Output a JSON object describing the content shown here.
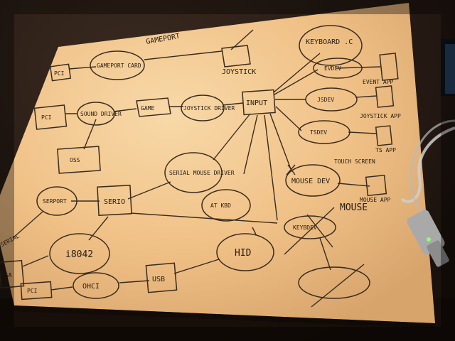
{
  "photo": {
    "subject": "hand-drawn diagram on paper",
    "colors": {
      "background": "#2a1d15",
      "paper": "#f2c48c",
      "ink": "#3a2c1e"
    }
  },
  "labels": {
    "gameport": "GAMEPORT",
    "joystick": "JOYSTICK",
    "pci_top": "PCI",
    "gameport_card": "GAMEPORT CARD",
    "keyboard_c": "KEYBOARD .C",
    "evdev": "EVDEV",
    "jsdev": "JSDEV",
    "tsdev": "TSDEV",
    "pci_mid": "PCI",
    "sound_driver": "SOUND DRIVER",
    "game": "GAME",
    "joystick_driver": "JOYSTICK DRIVER",
    "input": "INPUT",
    "oss": "OSS",
    "serial_mouse_driver": "SERIAL MOUSE DRIVER",
    "mouse_dev": "MOUSE DEV",
    "touch_screen": "TOUCH SCREEN",
    "serport": "SERPORT",
    "serio": "SERIO",
    "at_kbd": "AT KBD",
    "mouse": "MOUSE",
    "keybdev": "KEYBDEV",
    "serial": "SERIAL",
    "i8042": "i8042",
    "isa": "ISA",
    "hid": "HID",
    "pci_bottom": "PCI",
    "ohci": "OHCI",
    "usb": "USB",
    "ev_app": "EVENT APP",
    "js_app": "JOYSTICK APP",
    "ts_app": "TS APP",
    "mouse_app": "MOUSE APP"
  }
}
